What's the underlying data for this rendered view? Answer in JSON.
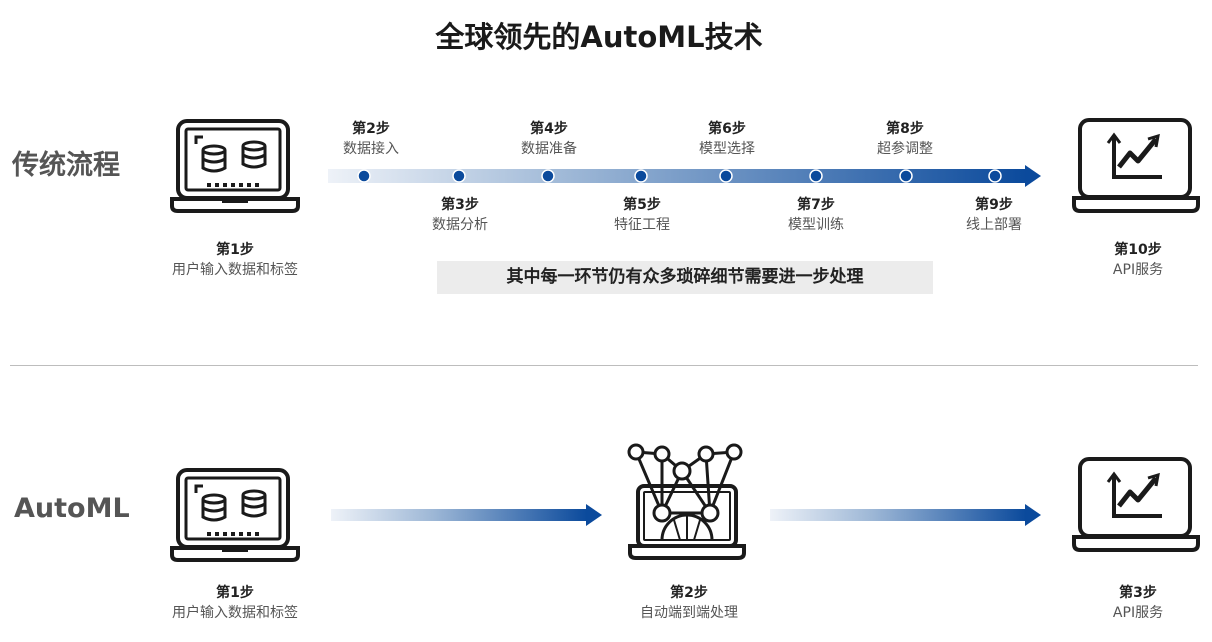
{
  "title": "全球领先的AutoML技术",
  "traditional": {
    "label": "传统流程",
    "start": {
      "num": "第1步",
      "label": "用户输入数据和标签"
    },
    "end": {
      "num": "第10步",
      "label": "API服务"
    },
    "top_steps": [
      {
        "num": "第2步",
        "label": "数据接入"
      },
      {
        "num": "第4步",
        "label": "数据准备"
      },
      {
        "num": "第6步",
        "label": "模型选择"
      },
      {
        "num": "第8步",
        "label": "超参调整"
      }
    ],
    "bottom_steps": [
      {
        "num": "第3步",
        "label": "数据分析"
      },
      {
        "num": "第5步",
        "label": "特征工程"
      },
      {
        "num": "第7步",
        "label": "模型训练"
      },
      {
        "num": "第9步",
        "label": "线上部署"
      }
    ],
    "note": "其中每一环节仍有众多琐碎细节需要进一步处理"
  },
  "automl": {
    "label": "AutoML",
    "steps": [
      {
        "num": "第1步",
        "label": "用户输入数据和标签"
      },
      {
        "num": "第2步",
        "label": "自动端到端处理"
      },
      {
        "num": "第3步",
        "label": "API服务"
      }
    ]
  },
  "colors": {
    "arrow_dark": "#0b4a9c",
    "arrow_light": "#e8edf5",
    "icon": "#1a1a1a"
  },
  "icons": [
    "laptop-database-icon",
    "monitor-chart-icon",
    "laptop-network-icon"
  ]
}
